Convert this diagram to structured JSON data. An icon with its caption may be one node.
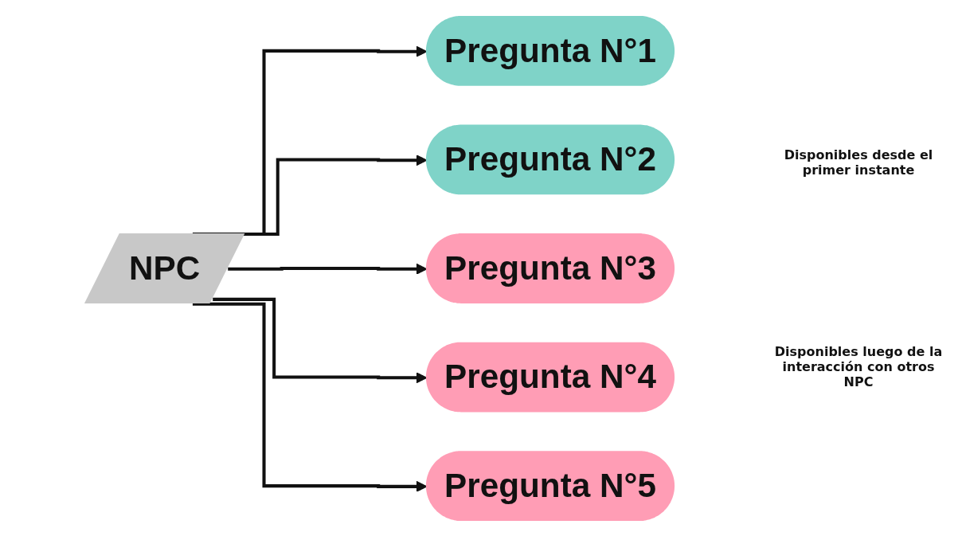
{
  "diagram": {
    "nodes": [
      {
        "text": [
          "NPC"
        ]
      },
      {
        "text": [
          "Pregunta N°1"
        ]
      },
      {
        "text": [
          "Pregunta N°2"
        ]
      },
      {
        "text": [
          "Pregunta N°3"
        ]
      },
      {
        "text": [
          "Pregunta N°4"
        ]
      },
      {
        "text": [
          "Pregunta N°5"
        ]
      }
    ],
    "edges": [
      {
        "from": 0,
        "to": 1,
        "arrow": "to"
      },
      {
        "from": 0,
        "to": 2,
        "arrow": "to"
      },
      {
        "from": 0,
        "to": 3,
        "arrow": "to"
      },
      {
        "from": 0,
        "to": 4,
        "arrow": "to"
      },
      {
        "from": 0,
        "to": 5,
        "arrow": "to"
      }
    ],
    "labels": [
      "Disponibles desde el primer instante",
      "Disponibles luego de la interacción con otros NPC"
    ]
  }
}
